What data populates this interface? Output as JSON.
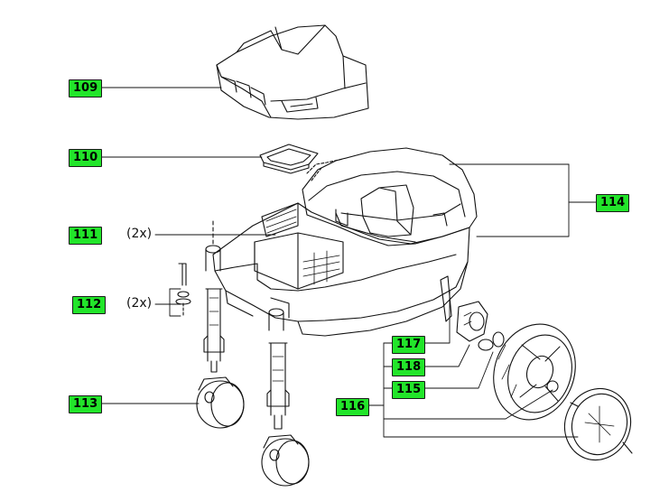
{
  "labels": {
    "p109": "109",
    "p110": "110",
    "p111": "111",
    "p112": "112",
    "p113": "113",
    "p114": "114",
    "p115": "115",
    "p116": "116",
    "p117": "117",
    "p118": "118"
  },
  "multipliers": {
    "m111": "(2x)",
    "m112": "(2x)"
  },
  "colors": {
    "label_bg": "#22e52a",
    "line": "#111111"
  }
}
